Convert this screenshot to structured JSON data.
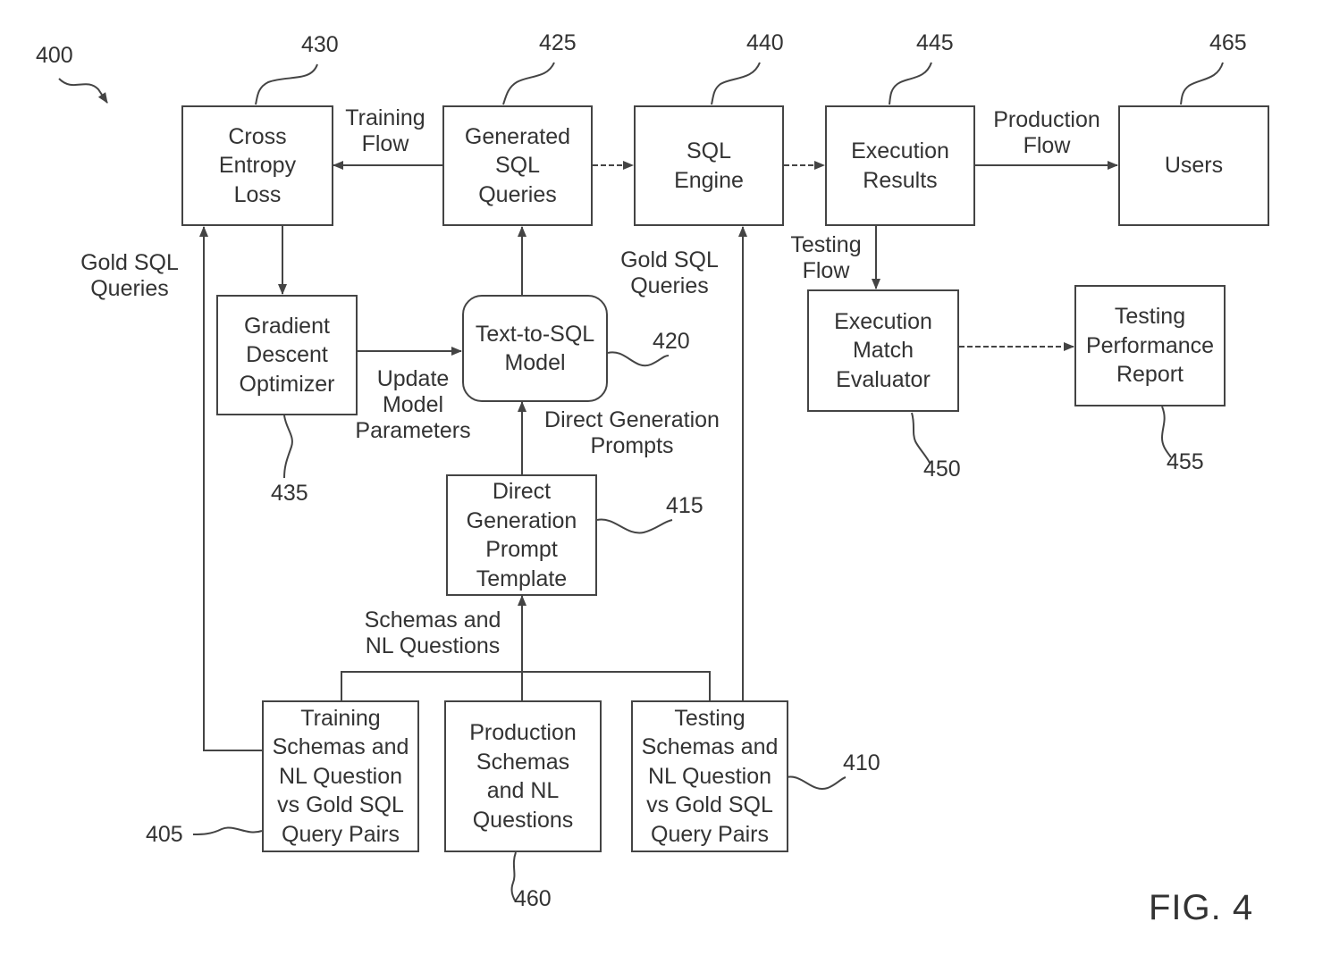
{
  "figure": {
    "ref": "400",
    "label": "FIG. 4"
  },
  "boxes": {
    "cross_entropy": {
      "label": "Cross\nEntropy\nLoss",
      "ref": "430"
    },
    "generated_sql": {
      "label": "Generated\nSQL\nQueries",
      "ref": "425"
    },
    "sql_engine": {
      "label": "SQL\nEngine",
      "ref": "440"
    },
    "execution_results": {
      "label": "Execution\nResults",
      "ref": "445"
    },
    "users": {
      "label": "Users",
      "ref": "465"
    },
    "gradient_descent": {
      "label": "Gradient\nDescent\nOptimizer",
      "ref": "435"
    },
    "text_to_sql": {
      "label": "Text-to-SQL\nModel",
      "ref": "420"
    },
    "execution_match": {
      "label": "Execution\nMatch\nEvaluator",
      "ref": "450"
    },
    "testing_report": {
      "label": "Testing\nPerformance\nReport",
      "ref": "455"
    },
    "prompt_template": {
      "label": "Direct\nGeneration\nPrompt\nTemplate",
      "ref": "415"
    },
    "training_pairs": {
      "label": "Training\nSchemas and\nNL Question\nvs Gold SQL\nQuery Pairs",
      "ref": "405"
    },
    "production_schemas": {
      "label": "Production\nSchemas\nand NL\nQuestions",
      "ref": "460"
    },
    "testing_pairs": {
      "label": "Testing\nSchemas and\nNL Question\nvs Gold SQL\nQuery Pairs",
      "ref": "410"
    }
  },
  "edge_labels": {
    "training_flow": "Training\nFlow",
    "production_flow": "Production\nFlow",
    "testing_flow": "Testing\nFlow",
    "gold_sql_left": "Gold SQL\nQueries",
    "gold_sql_right": "Gold SQL\nQueries",
    "update_params": "Update\nModel\nParameters",
    "direct_prompts": "Direct Generation\nPrompts",
    "schemas_nl": "Schemas and\nNL Questions"
  }
}
